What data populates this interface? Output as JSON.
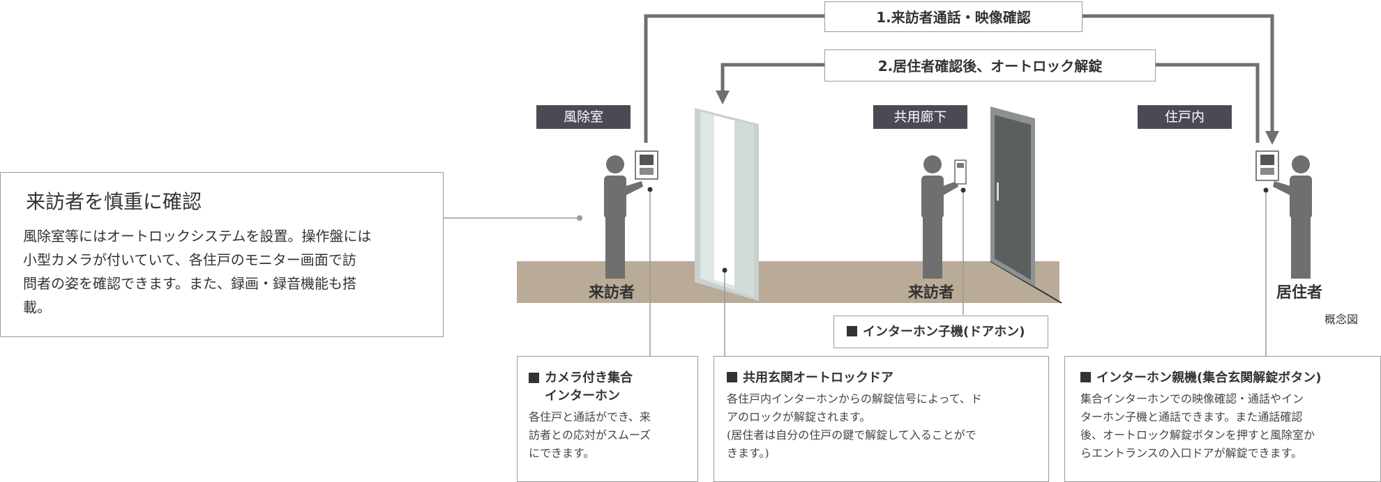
{
  "intro": {
    "title": "来訪者を慎重に確認",
    "body": "風除室等にはオートロックシステムを設置。操作盤には\n小型カメラが付いていて、各住戸のモニター画面で訪\n問者の姿を確認できます。また、録画・録音機能も搭\n載。"
  },
  "flows": {
    "step1": "1.来訪者通話・映像確認",
    "step2": "2.居住者確認後、オートロック解錠"
  },
  "zones": {
    "vestibule": "風除室",
    "corridor": "共用廊下",
    "unit": "住戸内"
  },
  "people": {
    "visitor_vestibule": "来訪者",
    "visitor_corridor": "来訪者",
    "resident": "居住者"
  },
  "concept_note": "概念図",
  "callouts": {
    "doorphone": {
      "title": "インターホン子機(ドアホン)"
    },
    "camera_intercom": {
      "title": "カメラ付き集合\nインターホン",
      "body": "各住戸と通話ができ、来\n訪者との応対がスムーズ\nにできます。"
    },
    "autolock_door": {
      "title": "共用玄関オートロックドア",
      "body": "各住戸内インターホンからの解錠信号によって、ド\nアのロックが解錠されます。\n(居住者は自分の住戸の鍵で解錠して入ることがで\nきます。)"
    },
    "master_intercom": {
      "title": "インターホン親機(集合玄関解錠ボタン)",
      "body": "集合インターホンでの映像確認・通話やイン\nターホン子機と通話できます。また通話確認\n後、オートロック解錠ボタンを押すと風除室か\nらエントランスの入口ドアが解錠できます。"
    }
  },
  "colors": {
    "floor": "#b9ab97",
    "zone_label_bg": "#4a4a55",
    "arrow": "#6f6f6f",
    "figure": "#6f6f6f",
    "glass_door": "#d4dedb",
    "unit_door": "#5b5f60"
  }
}
